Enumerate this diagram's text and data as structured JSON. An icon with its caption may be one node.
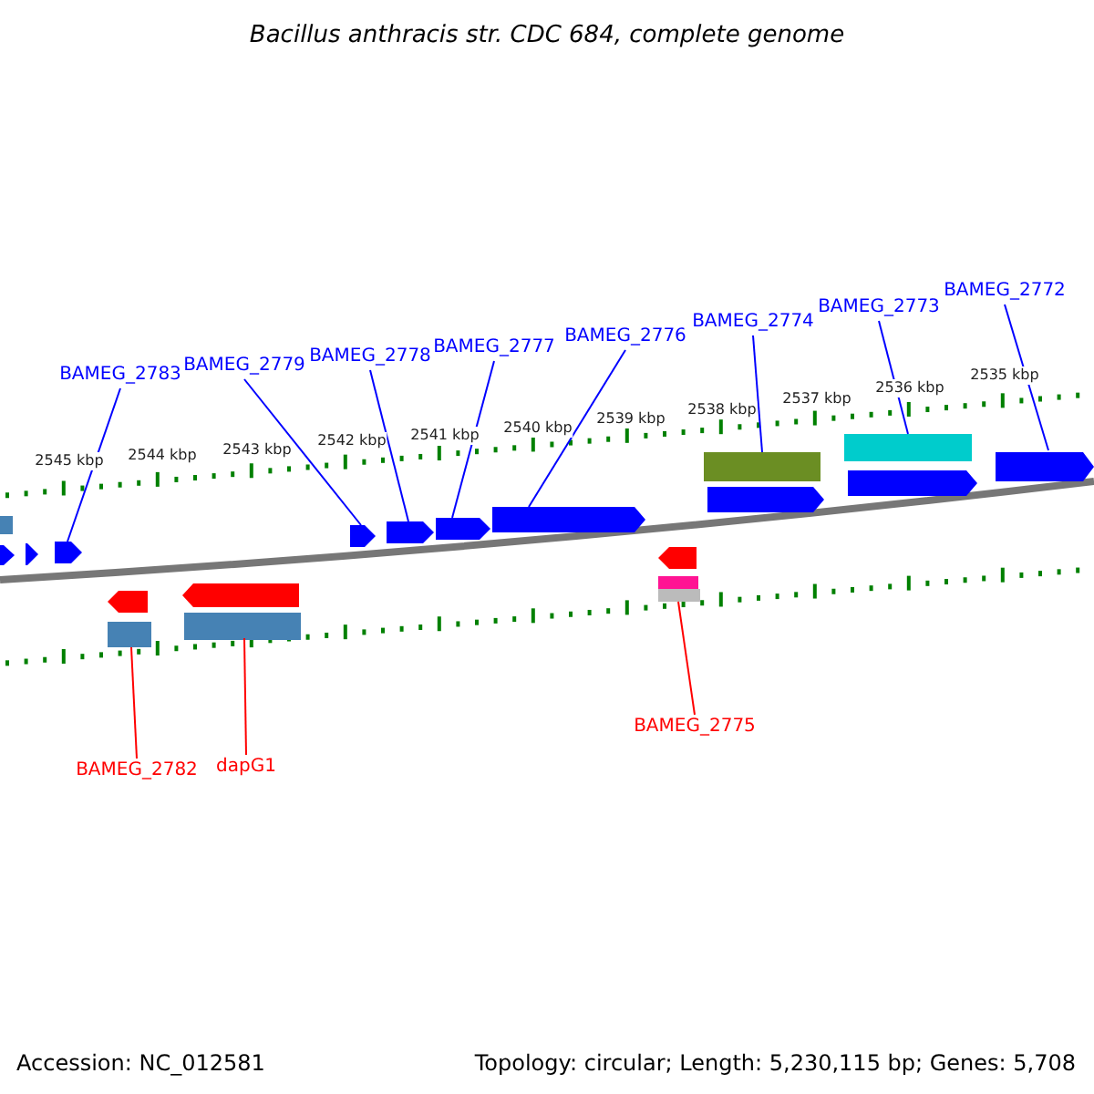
{
  "diagram": {
    "title": "Bacillus anthracis str. CDC 684, complete genome",
    "nodes": [
      {
        "text": [
          "BAMEG_2783"
        ]
      },
      {
        "text": [
          "BAMEG_2779"
        ]
      },
      {
        "text": [
          "BAMEG_2778"
        ]
      },
      {
        "text": [
          "BAMEG_2777"
        ]
      },
      {
        "text": [
          "BAMEG_2776"
        ]
      },
      {
        "text": [
          "BAMEG_2774"
        ]
      },
      {
        "text": [
          "BAMEG_2773"
        ]
      },
      {
        "text": [
          "BAMEG_2772"
        ]
      },
      {
        "text": [
          "BAMEG_2782"
        ]
      },
      {
        "text": [
          "dapG1"
        ]
      },
      {
        "text": [
          "BAMEG_2775"
        ]
      },
      {
        "text": [],
        "shape": "arrow"
      },
      {
        "text": [],
        "shape": "bar"
      },
      {
        "text": [],
        "shape": "bar"
      },
      {
        "text": [],
        "shape": "arrow"
      },
      {
        "text": [],
        "shape": "arrow"
      },
      {
        "text": [],
        "shape": "arrow"
      },
      {
        "text": [],
        "shape": "arrow"
      },
      {
        "text": [],
        "shape": "bar"
      },
      {
        "text": [],
        "shape": "bar"
      },
      {
        "text": [],
        "shape": "bar"
      },
      {
        "text": [],
        "shape": "arrow"
      }
    ],
    "edges": [
      {
        "from": 0,
        "to": 11,
        "arrow": "none"
      },
      {
        "from": 1,
        "to": 14,
        "arrow": "none"
      },
      {
        "from": 2,
        "to": 15,
        "arrow": "none"
      },
      {
        "from": 3,
        "to": 16,
        "arrow": "none"
      },
      {
        "from": 4,
        "to": 17,
        "arrow": "none"
      },
      {
        "from": 5,
        "to": 19,
        "arrow": "none"
      },
      {
        "from": 6,
        "to": 20,
        "arrow": "none"
      },
      {
        "from": 7,
        "to": 21,
        "arrow": "none"
      },
      {
        "from": 8,
        "to": 12,
        "arrow": "none",
        "color": "#ff0000"
      },
      {
        "from": 9,
        "to": 13,
        "arrow": "none",
        "color": "#ff0000"
      },
      {
        "from": 10,
        "to": 18,
        "arrow": "none",
        "color": "#ff0000"
      }
    ],
    "labels": [
      "2545 kbp",
      "2544 kbp",
      "2543 kbp",
      "2542 kbp",
      "2541 kbp",
      "2540 kbp",
      "2539 kbp",
      "2538 kbp",
      "2537 kbp",
      "2536 kbp",
      "2535 kbp",
      "Accession: NC_012581",
      "Topology: circular; Length: 5,230,115 bp; Genes: 5,708"
    ]
  }
}
